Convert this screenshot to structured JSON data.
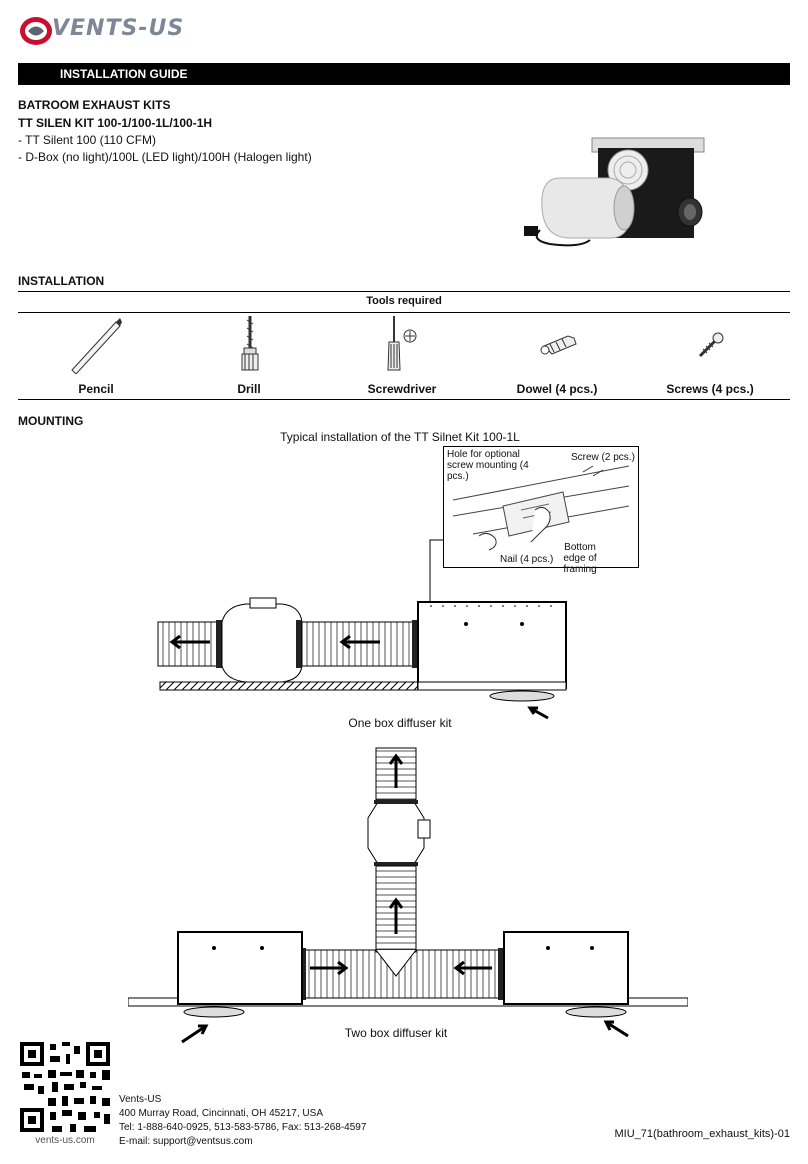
{
  "brand": {
    "name": "VENTS-US"
  },
  "header": {
    "title": "INSTALLATION GUIDE"
  },
  "product": {
    "line1": "BATROOM EXHAUST KITS",
    "line2": "TT SILEN KIT 100-1/100-1L/100-1H",
    "line3": "- TT Silent 100 (110 CFM)",
    "line4": "- D-Box (no light)/100L (LED light)/100H (Halogen light)"
  },
  "installation": {
    "heading": "INSTALLATION",
    "tools_title": "Tools required",
    "tools": [
      {
        "label": "Pencil",
        "icon": "pencil-icon"
      },
      {
        "label": "Drill",
        "icon": "drill-icon"
      },
      {
        "label": "Screwdriver",
        "icon": "screwdriver-icon"
      },
      {
        "label": "Dowel (4 pcs.)",
        "icon": "dowel-icon"
      },
      {
        "label": "Screws (4 pcs.)",
        "icon": "screw-icon"
      }
    ]
  },
  "mounting": {
    "heading": "MOUNTING",
    "typical_caption": "Typical installation of the TT Silnet Kit 100-1L",
    "detail": {
      "hole": "Hole for optional screw mounting (4 pcs.)",
      "screw": "Screw (2 pcs.)",
      "bottom_edge": "Bottom edge of framing",
      "nail": "Nail (4 pcs.)"
    },
    "one_box": "One box diffuser kit",
    "two_box": "Two box diffuser kit"
  },
  "footer": {
    "website": "vents-us.com",
    "company": "Vents-US",
    "address": "400 Murray Road, Cincinnati, OH 45217, USA",
    "phones": "Tel: 1-888-640-0925, 513-583-5786, Fax: 513-268-4597",
    "email": "E-mail: support@ventsus.com",
    "doc_code": "MIU_71(bathroom_exhaust_kits)-01"
  }
}
